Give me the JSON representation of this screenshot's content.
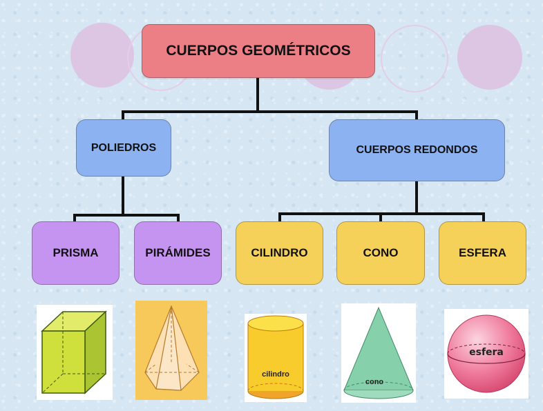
{
  "diagram": {
    "root": "CUERPOS  GEOMÉTRICOS",
    "level1": {
      "poliedros": "POLIEDROS",
      "redondos": "CUERPOS  REDONDOS"
    },
    "level2": {
      "prisma": "PRISMA",
      "piramides": "PIRÁMIDES",
      "cilindro": "CILINDRO",
      "cono": "CONO",
      "esfera": "ESFERA"
    }
  },
  "images": {
    "cylinder_label": "cilindro",
    "cone_label": "cono",
    "sphere_label": "esfera"
  },
  "colors": {
    "background": "#d6e6f3",
    "root": "#ec7f86",
    "level1": "#8cb2f1",
    "prisma_group": "#c594f0",
    "round_group": "#f6d15a",
    "connector": "#111111"
  }
}
